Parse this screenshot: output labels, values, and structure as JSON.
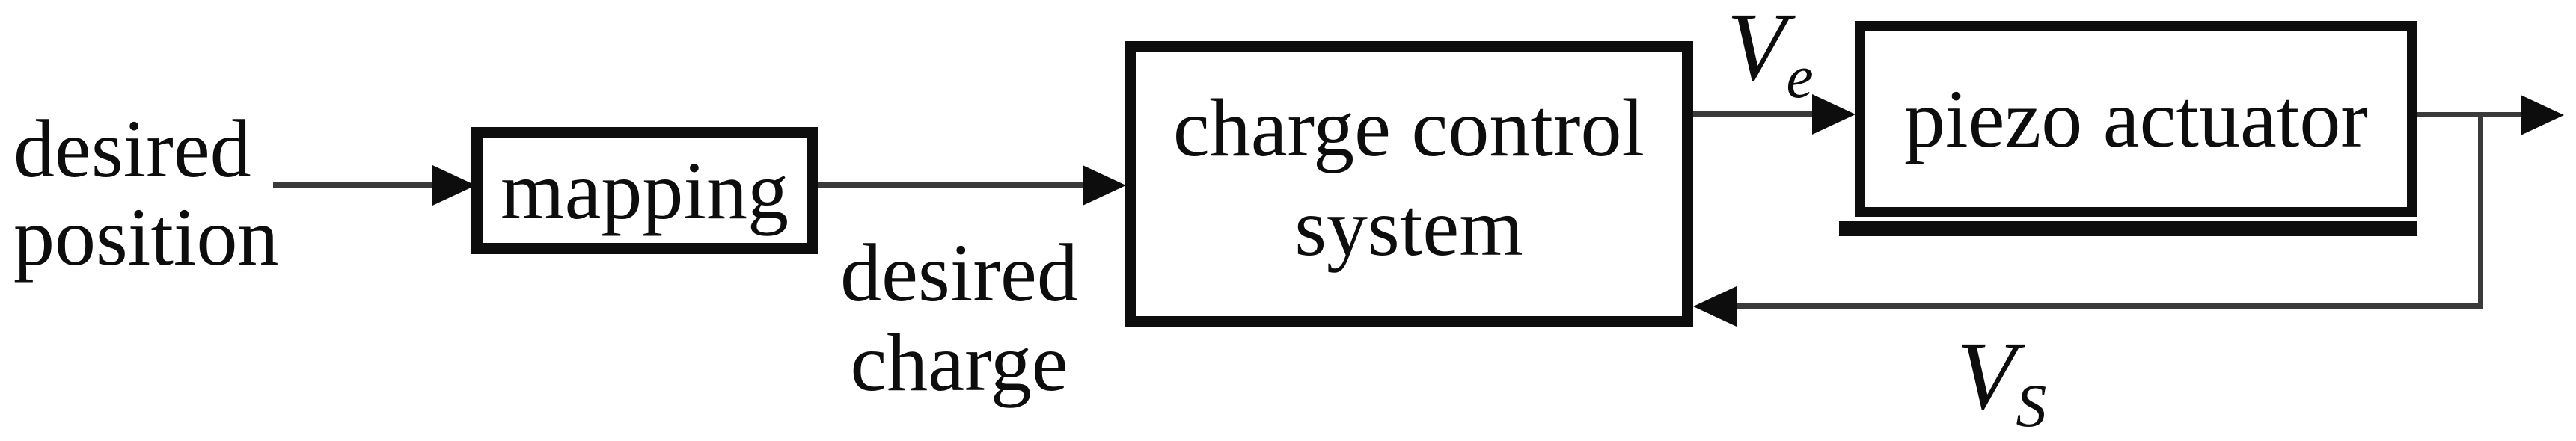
{
  "colors": {
    "background": "#ffffff",
    "ink": "#0d0d0d",
    "line": "#3a3a3a"
  },
  "annotations": {
    "desired_position": {
      "line1": "desired",
      "line2": "position"
    },
    "desired_charge": {
      "line1": "desired",
      "line2": "charge"
    },
    "v_e": {
      "base": "V",
      "sub": "e"
    },
    "v_s": {
      "base": "V",
      "sub": "S"
    }
  },
  "blocks": {
    "mapping": {
      "label": "mapping"
    },
    "charge_control": {
      "line1": "charge control",
      "line2": "system"
    },
    "piezo_actuator": {
      "label": "piezo actuator"
    }
  }
}
